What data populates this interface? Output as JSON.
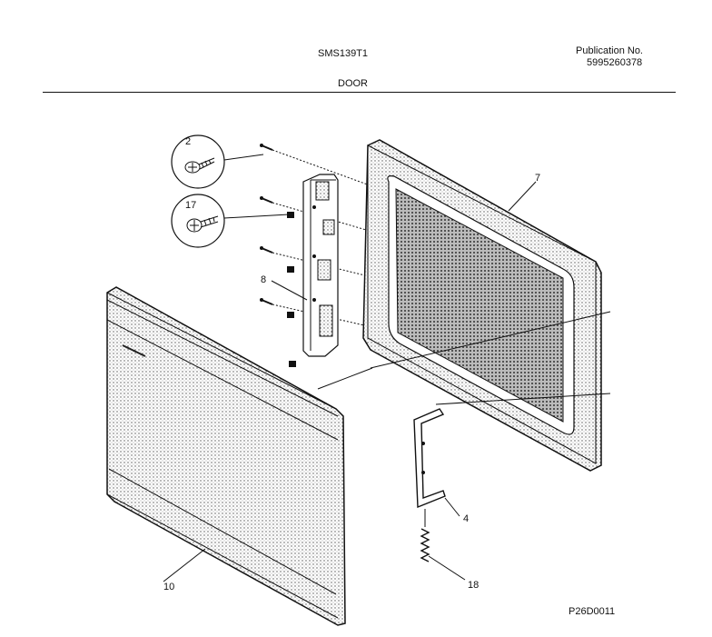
{
  "header": {
    "model": "SMS139T1",
    "publication_label": "Publication No.",
    "publication_number": "5995260378",
    "section_title": "DOOR"
  },
  "figure_code": "P26D0011",
  "callouts": {
    "c2": "2",
    "c17": "17",
    "c7": "7",
    "c8": "8",
    "c10": "10",
    "c4": "4",
    "c18": "18"
  }
}
